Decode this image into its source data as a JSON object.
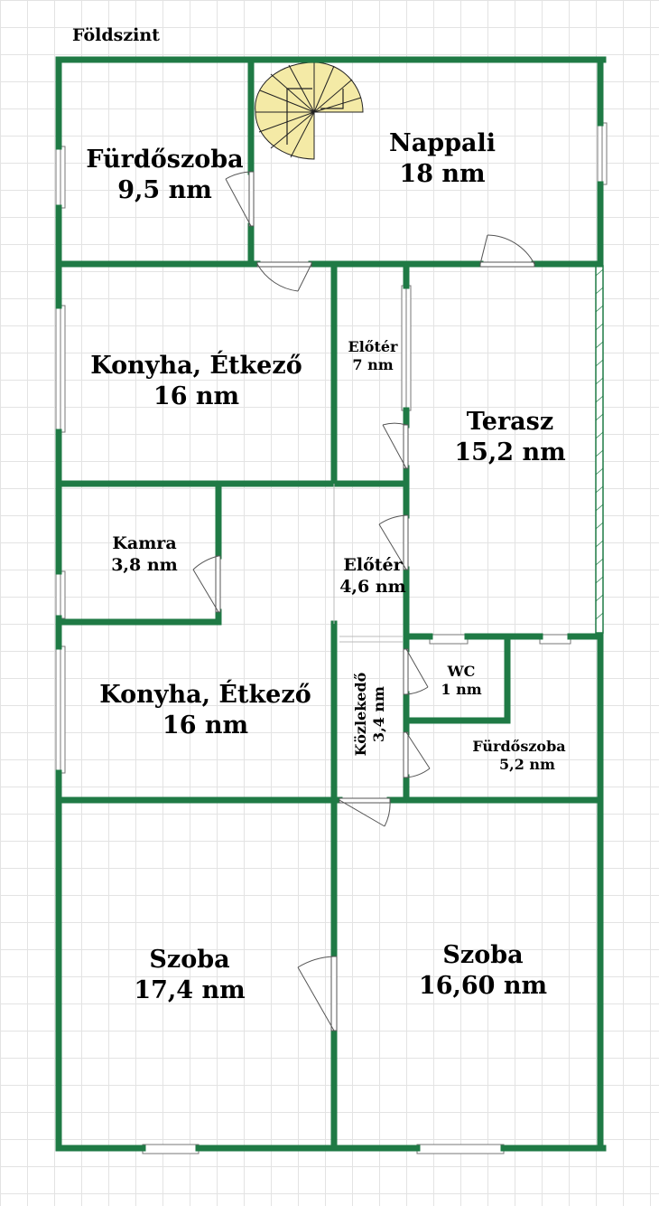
{
  "title": "Földszint",
  "wall_color": "#1f7a45",
  "rooms": {
    "furdoszoba1": {
      "name": "Fürdőszoba",
      "area": "9,5 nm"
    },
    "nappali": {
      "name": "Nappali",
      "area": "18 nm"
    },
    "konyha1": {
      "name": "Konyha, Étkező",
      "area": "16 nm"
    },
    "eloter1": {
      "name": "Előtér",
      "area": "7 nm"
    },
    "terasz": {
      "name": "Terasz",
      "area": "15,2 nm"
    },
    "kamra": {
      "name": "Kamra",
      "area": "3,8 nm"
    },
    "eloter2": {
      "name": "Előtér",
      "area": "4,6 nm"
    },
    "konyha2": {
      "name": "Konyha, Étkező",
      "area": "16 nm"
    },
    "kozlekedo": {
      "name": "Közlekedő",
      "area": "3,4 nm"
    },
    "wc": {
      "name": "WC",
      "area": "1 nm"
    },
    "furdoszoba2": {
      "name": "Fürdőszoba",
      "area": "5,2 nm"
    },
    "szoba1": {
      "name": "Szoba",
      "area": "17,4 nm"
    },
    "szoba2": {
      "name": "Szoba",
      "area": "16,60 nm"
    }
  }
}
